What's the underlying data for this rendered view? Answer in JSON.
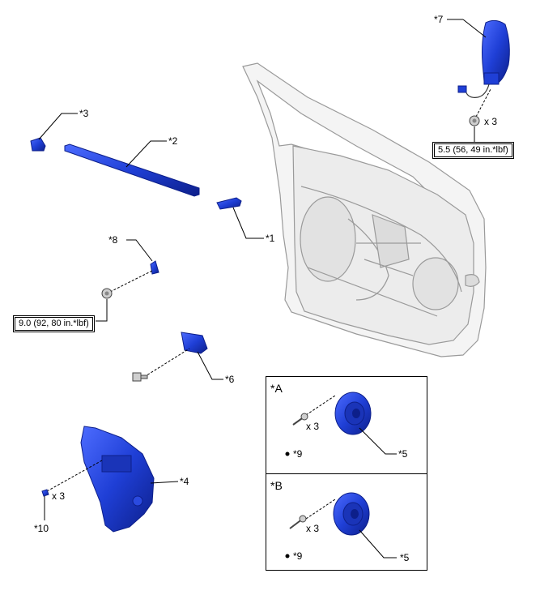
{
  "callouts": {
    "c1": "*1",
    "c2": "*2",
    "c3": "*3",
    "c4": "*4",
    "c5a": "*5",
    "c5b": "*5",
    "c6": "*6",
    "c7": "*7",
    "c8": "*8",
    "c9a": "*9",
    "c9b": "*9",
    "c10": "*10"
  },
  "quantities": {
    "q7": "x 3",
    "q10": "x 3",
    "qa": "x 3",
    "qb": "x 3"
  },
  "torques": {
    "t7": "5.5 (56, 49 in.*lbf)",
    "t8": "9.0 (92, 80 in.*lbf)"
  },
  "panels": {
    "a": "*A",
    "b": "*B"
  },
  "colors": {
    "part_blue": "#1f3fd6",
    "part_dark": "#0d1f8a",
    "door_line": "#9a9a9a",
    "door_fill": "#f4f4f4"
  }
}
